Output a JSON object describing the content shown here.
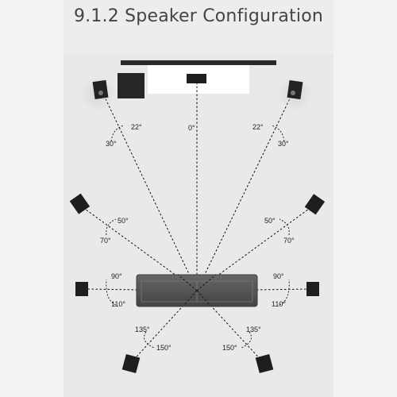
{
  "title": "9.1.2 Speaker Configuration",
  "colors": {
    "background": "#f2f2f2",
    "room": "#e9e9e9",
    "screen": "#2a2a2a",
    "console": "#ffffff",
    "speaker": "#1e1e1e",
    "sofa": "#555555",
    "line": "#111111",
    "label": "#222222"
  },
  "angle_labels": {
    "center": "0°",
    "front_left_inner": "22°",
    "front_left_outer": "30°",
    "front_right_inner": "22°",
    "front_right_outer": "30°",
    "wide_left_inner": "50°",
    "wide_left_outer": "70°",
    "wide_right_inner": "50°",
    "wide_right_outer": "70°",
    "side_left_inner": "90°",
    "side_left_outer": "110°",
    "side_right_inner": "90°",
    "side_right_outer": "110°",
    "rear_left_inner": "135°",
    "rear_left_outer": "150°",
    "rear_right_inner": "135°",
    "rear_right_outer": "150°"
  }
}
